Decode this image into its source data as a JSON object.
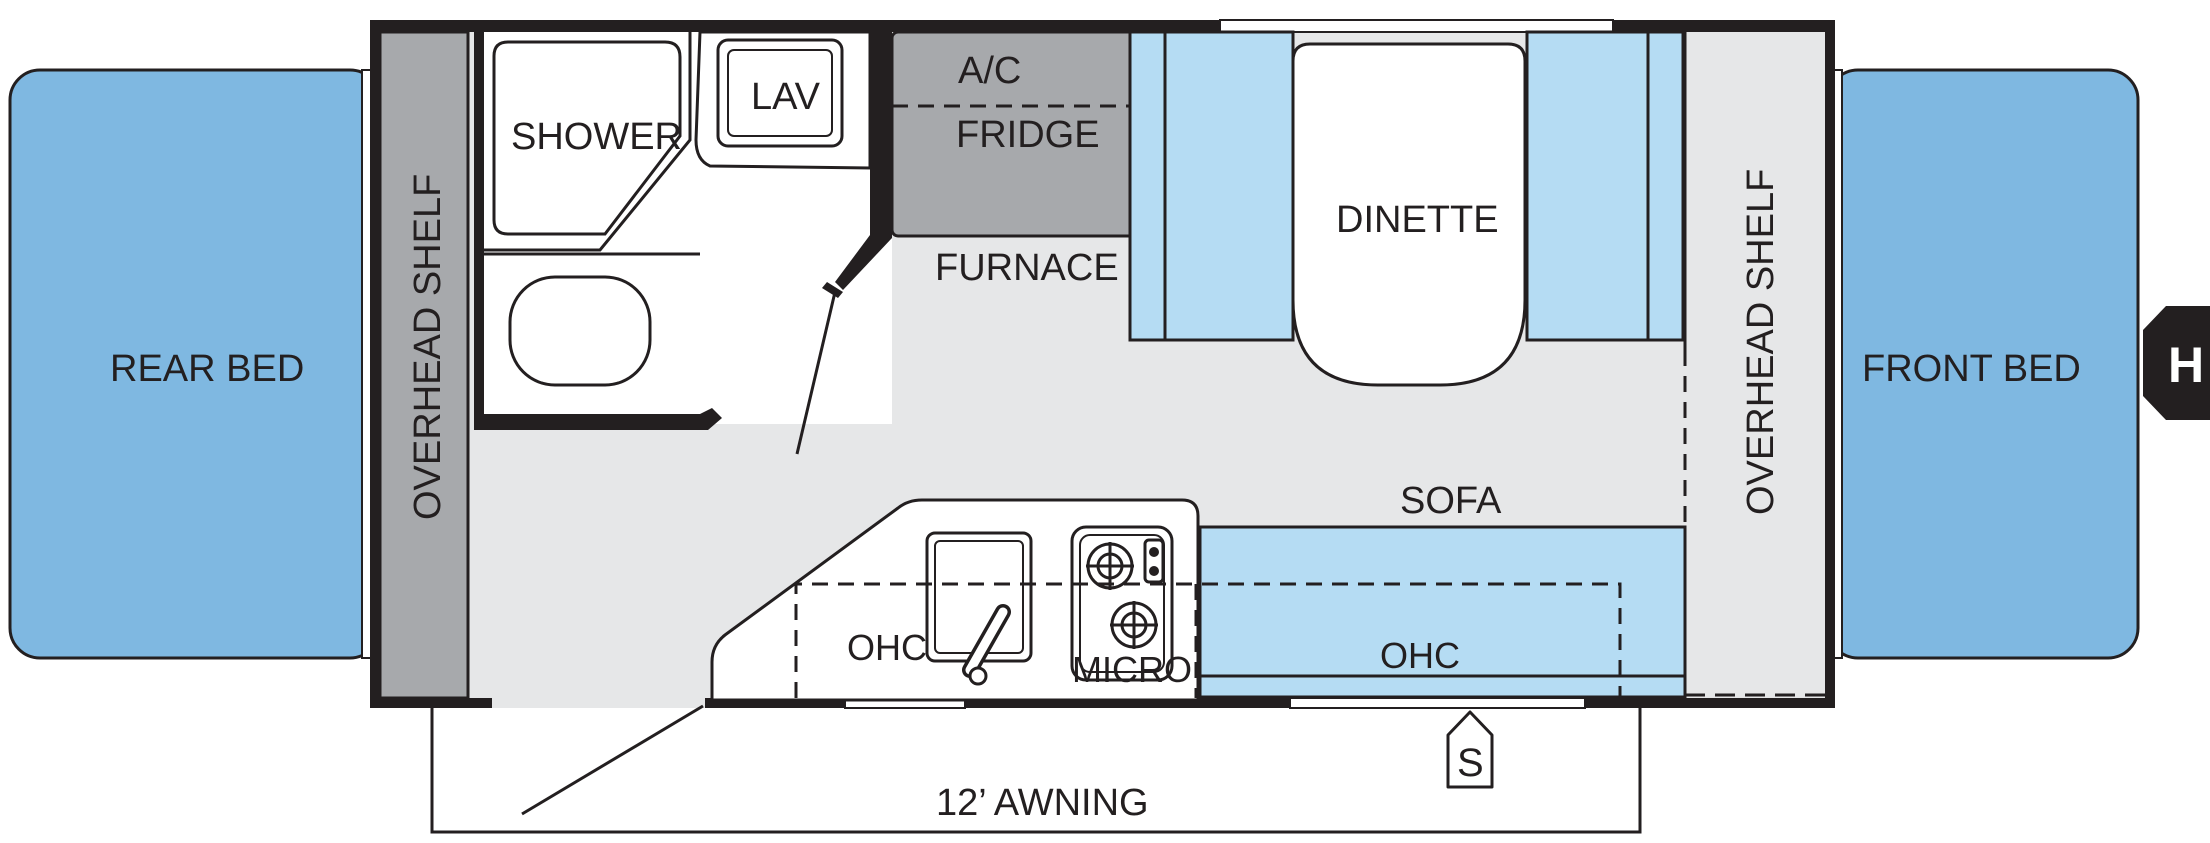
{
  "colors": {
    "bed_blue": "#7fb8e1",
    "cushion_blue": "#b5dcf3",
    "floor": "#e6e7e8",
    "shelf_gray": "#a7a9ac",
    "appliance_gray": "#a7a9ac",
    "wall": "#231f20",
    "white": "#ffffff"
  },
  "labels": {
    "rear_bed": "REAR BED",
    "front_bed": "FRONT BED",
    "overhead_shelf_rear": "OVERHEAD SHELF",
    "overhead_shelf_front": "OVERHEAD SHELF",
    "shower": "SHOWER",
    "lav": "LAV",
    "ac": "A/C",
    "fridge": "FRIDGE",
    "furnace": "FURNACE",
    "dinette": "DINETTE",
    "sofa": "SOFA",
    "ohc_kitchen": "OHC",
    "ohc_sofa": "OHC",
    "micro": "MICRO",
    "awning": "12’ AWNING",
    "s_badge": "S",
    "h_badge": "H"
  }
}
